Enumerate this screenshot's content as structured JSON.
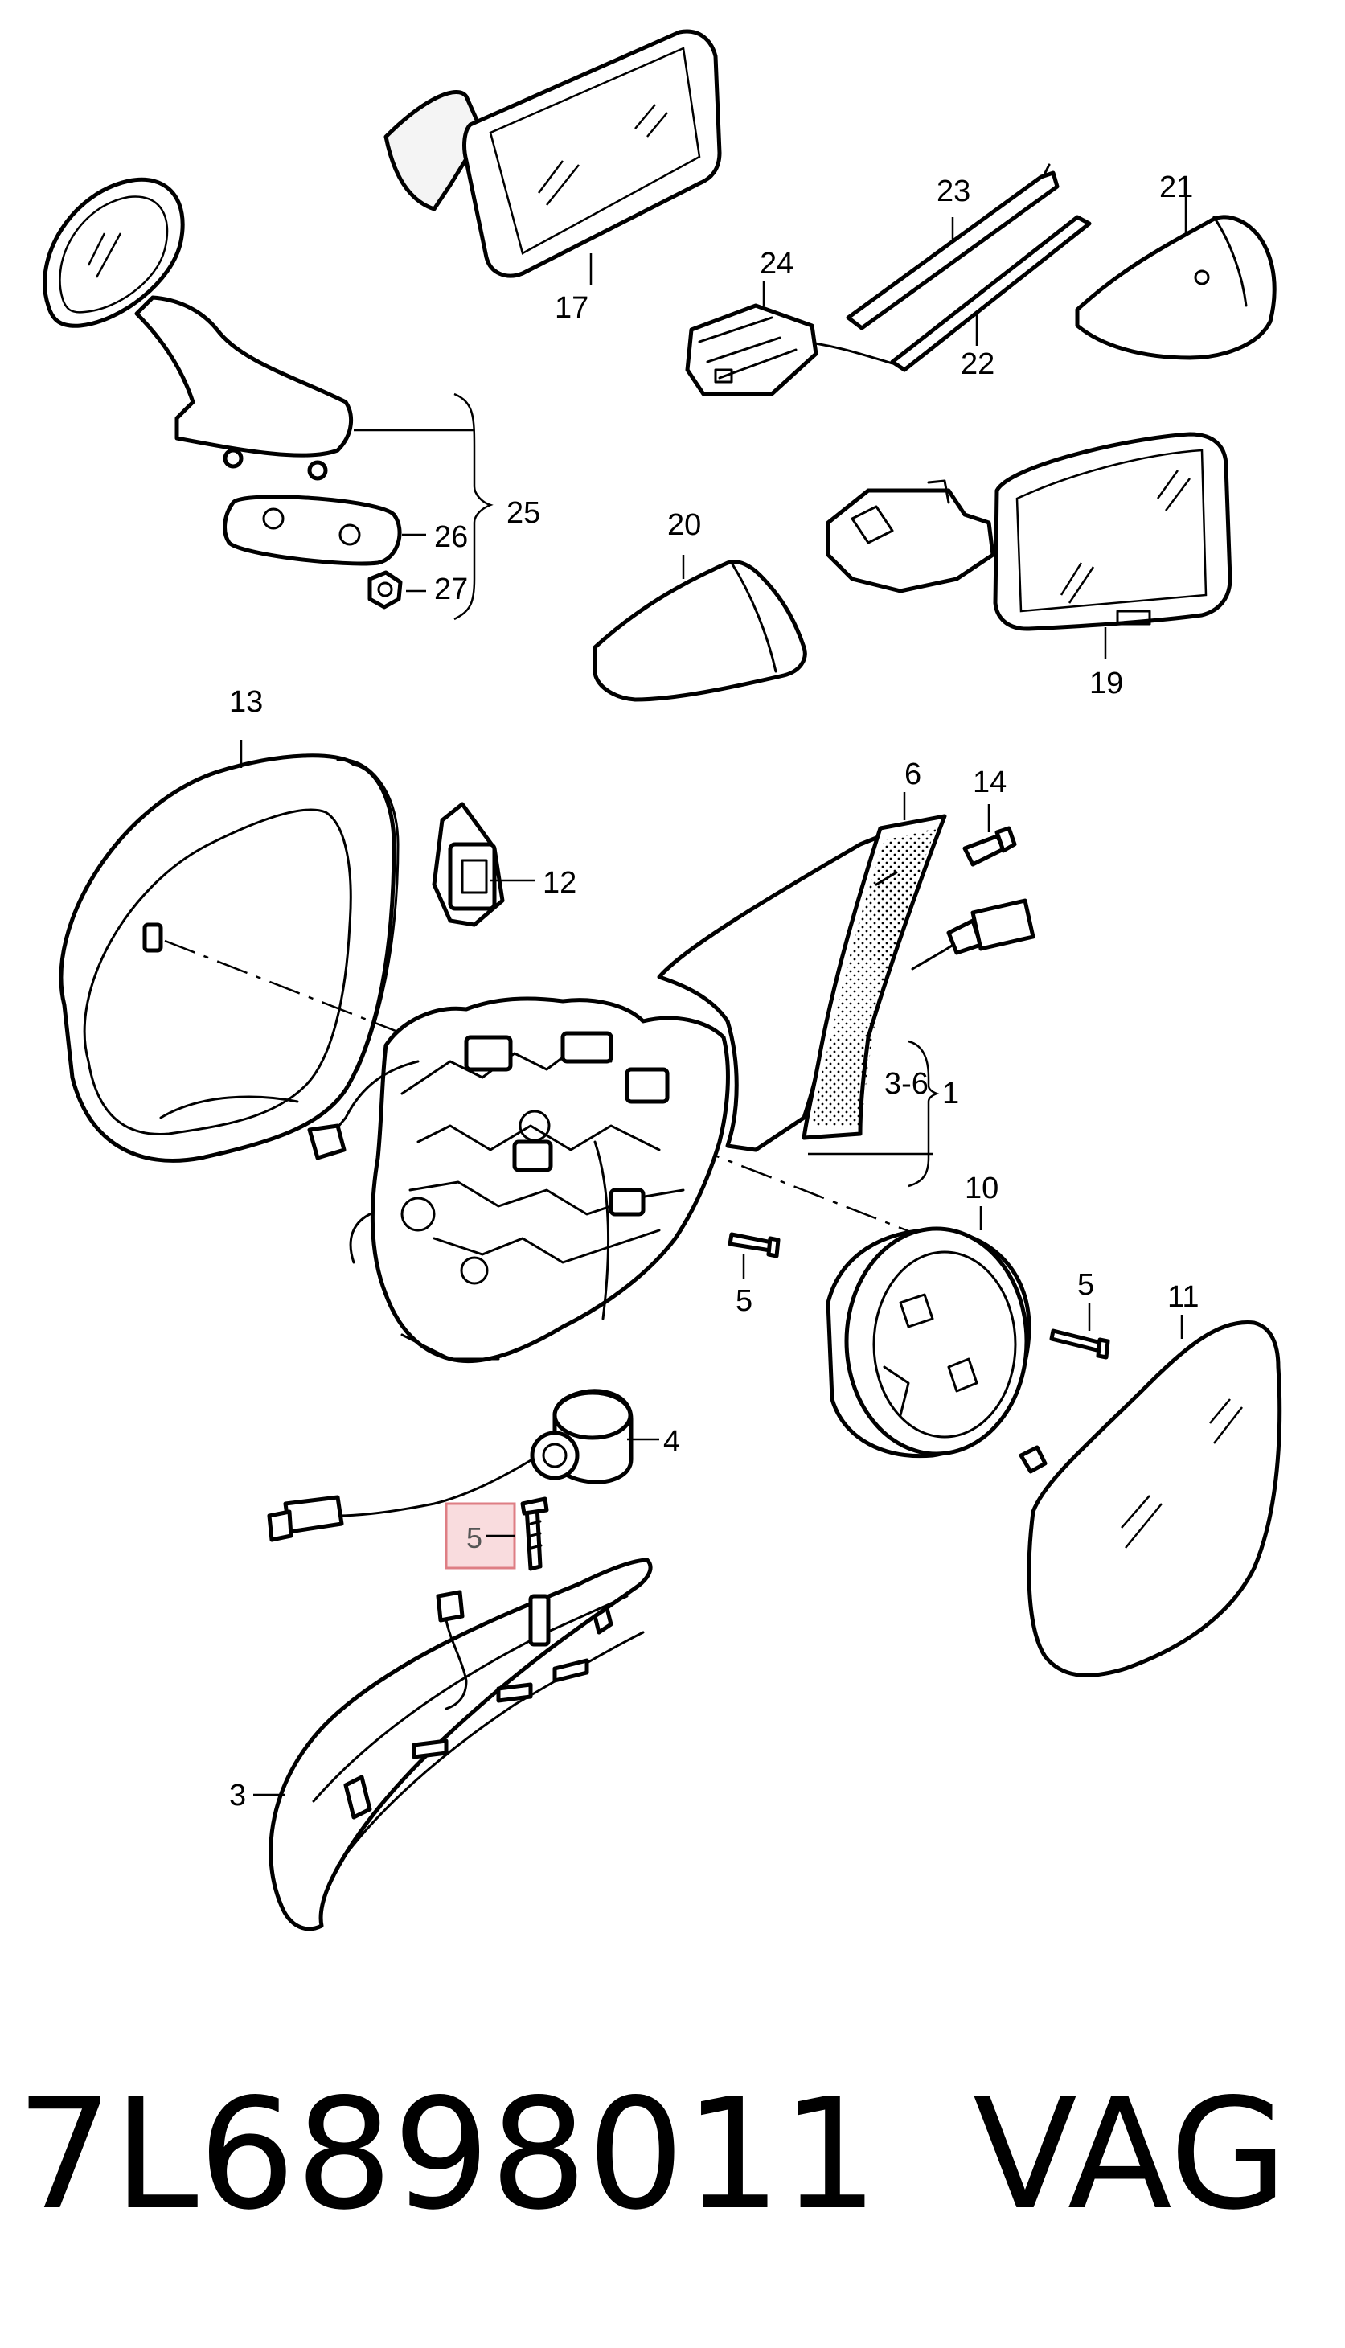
{
  "diagram": {
    "part_labels": {
      "p1": "1",
      "p3": "3",
      "p3_6": "3-6",
      "p4": "4",
      "p5_a": "5",
      "p5_b": "5",
      "p5_c": "5",
      "p6": "6",
      "p10": "10",
      "p11": "11",
      "p12": "12",
      "p13": "13",
      "p14": "14",
      "p17": "17",
      "p19": "19",
      "p20": "20",
      "p21": "21",
      "p22": "22",
      "p23": "23",
      "p24": "24",
      "p25": "25",
      "p26": "26",
      "p27": "27"
    },
    "highlighted_label": "5"
  },
  "caption": {
    "part_number": "7L6898011",
    "brand": "VAG"
  },
  "colors": {
    "highlight_fill": "#f8d6d9",
    "highlight_stroke": "#d9686f",
    "line": "#000000"
  }
}
